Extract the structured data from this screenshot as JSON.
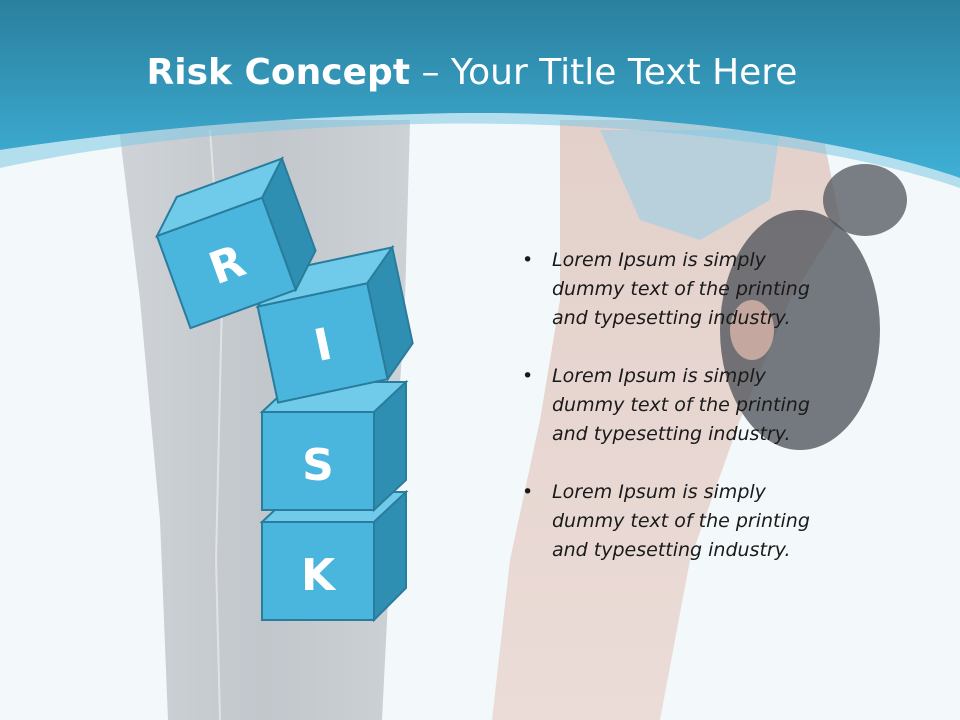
{
  "slide": {
    "title_bold": "Risk Concept",
    "title_rest": "– Your Title Text Here",
    "colors": {
      "header_top": "#2a7f9e",
      "header_bottom": "#3fb0d6",
      "block_front": "#4ab6dd",
      "block_top": "#6fcbe9",
      "block_side": "#2f8fb2",
      "block_edge": "#2a7c9c",
      "text": "#1a1a1a"
    }
  },
  "blocks": [
    {
      "letter": "R"
    },
    {
      "letter": "I"
    },
    {
      "letter": "S"
    },
    {
      "letter": "K"
    }
  ],
  "bullets": [
    {
      "marker": "•",
      "text": "Lorem Ipsum is simply dummy text of the printing and typesetting industry."
    },
    {
      "marker": "•",
      "text": "Lorem Ipsum is simply dummy text of the printing and typesetting industry."
    },
    {
      "marker": "•",
      "text": "Lorem Ipsum is simply dummy text of the printing and typesetting industry."
    }
  ]
}
